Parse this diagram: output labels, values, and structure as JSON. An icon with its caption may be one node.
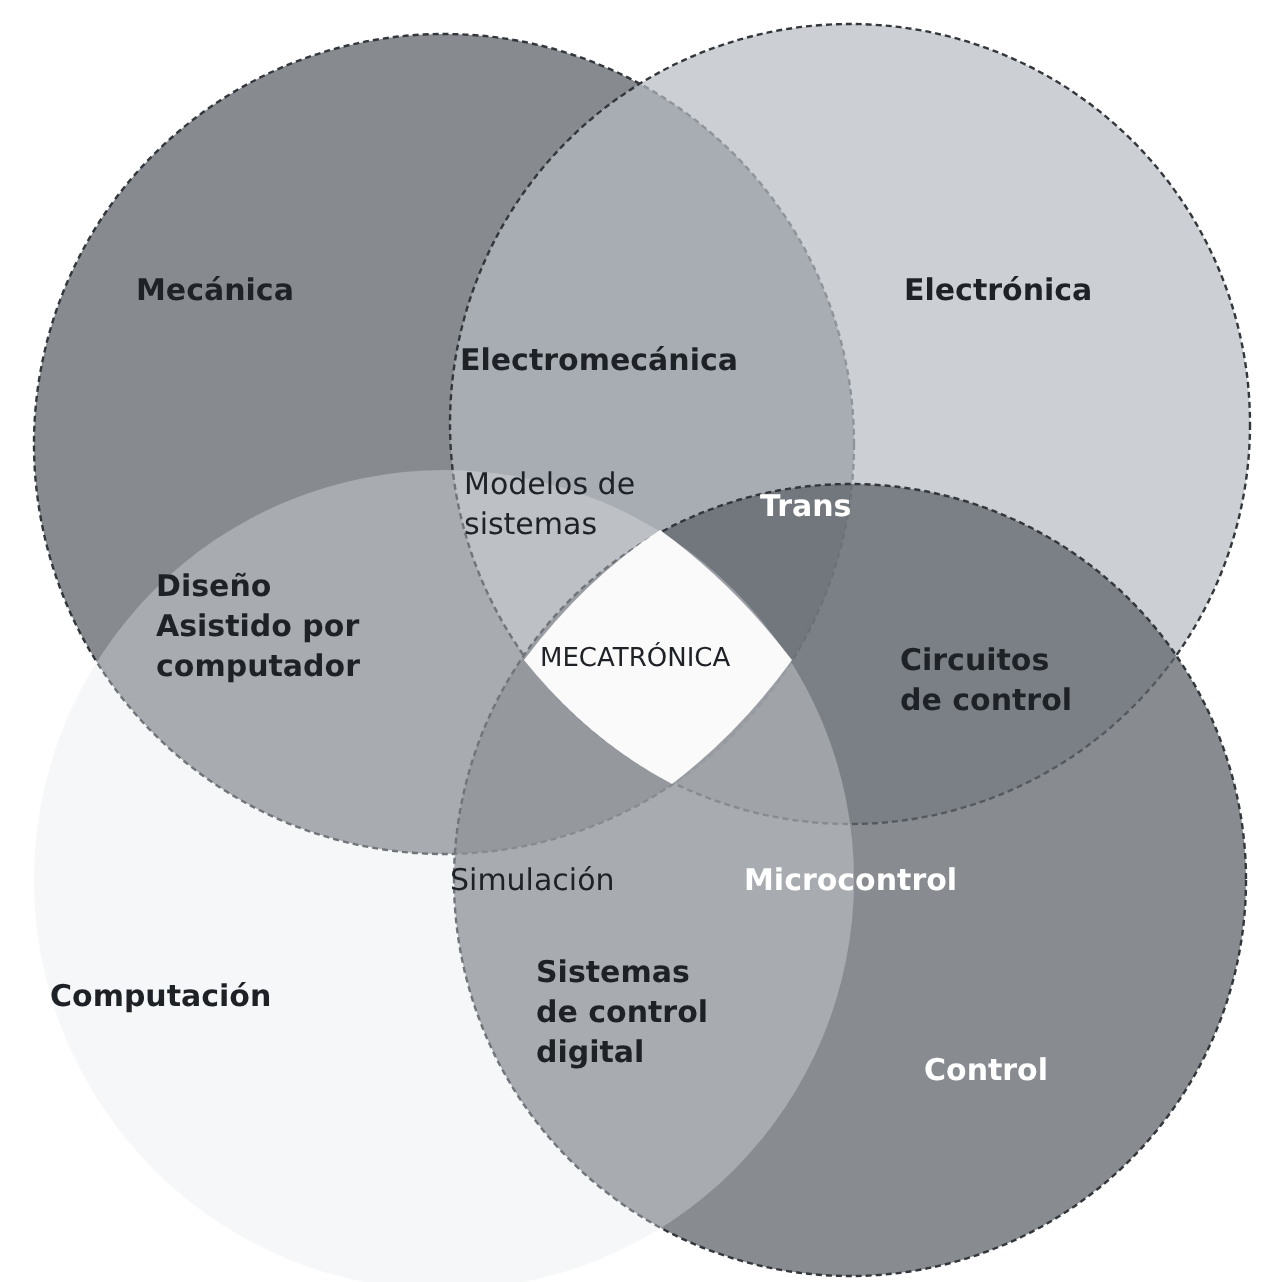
{
  "diagram": {
    "nodes": [
      {
        "text": [
          "Mecánica"
        ]
      },
      {
        "text": [
          "Electrónica"
        ]
      },
      {
        "text": [
          "Control"
        ]
      },
      {
        "text": [
          "Computación"
        ]
      },
      {
        "text": [
          "MECATRÓNICA"
        ]
      }
    ],
    "labels": [
      "Electromecánica",
      "Modelos de sistemas",
      "Trans",
      "Diseño Asistido por computador",
      "Circuitos de control",
      "Simulación",
      "Microcontrol",
      "Sistemas de control digital"
    ]
  }
}
